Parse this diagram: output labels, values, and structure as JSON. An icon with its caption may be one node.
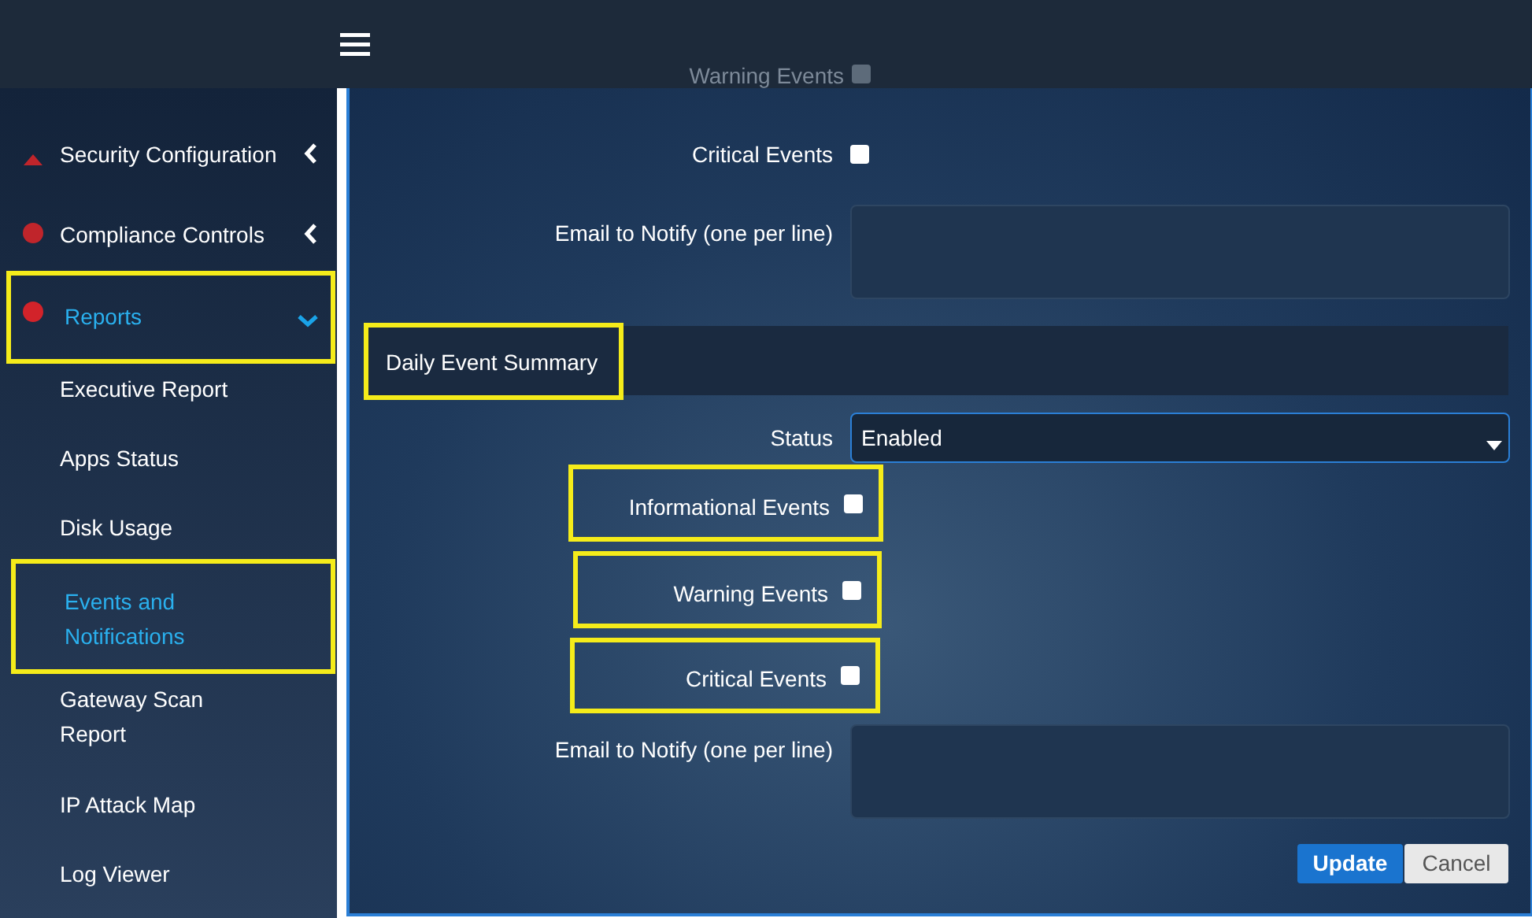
{
  "diagram": {
    "nodes": [
      {
        "text": [
          "Reports"
        ]
      },
      {
        "text": [
          "Events and Notifications"
        ]
      },
      {
        "text": [
          "Daily Event Summary"
        ]
      },
      {
        "text": [
          "Informational Events"
        ]
      },
      {
        "text": [
          "Warning Events"
        ]
      },
      {
        "text": [
          "Critical Events"
        ]
      },
      {
        "text": [],
        "shape": "box"
      },
      {
        "text": [],
        "shape": "box"
      }
    ],
    "labels": [
      "Security Configuration",
      "Compliance Controls",
      "Executive Report",
      "Apps Status",
      "Disk Usage",
      "Gateway Scan Report",
      "IP Attack Map",
      "Log Viewer",
      "Warning Events",
      "Critical Events",
      "Email to Notify (one per line)",
      "Status",
      "Enabled",
      "Email to Notify (one per line)",
      "Update",
      "Cancel"
    ]
  }
}
